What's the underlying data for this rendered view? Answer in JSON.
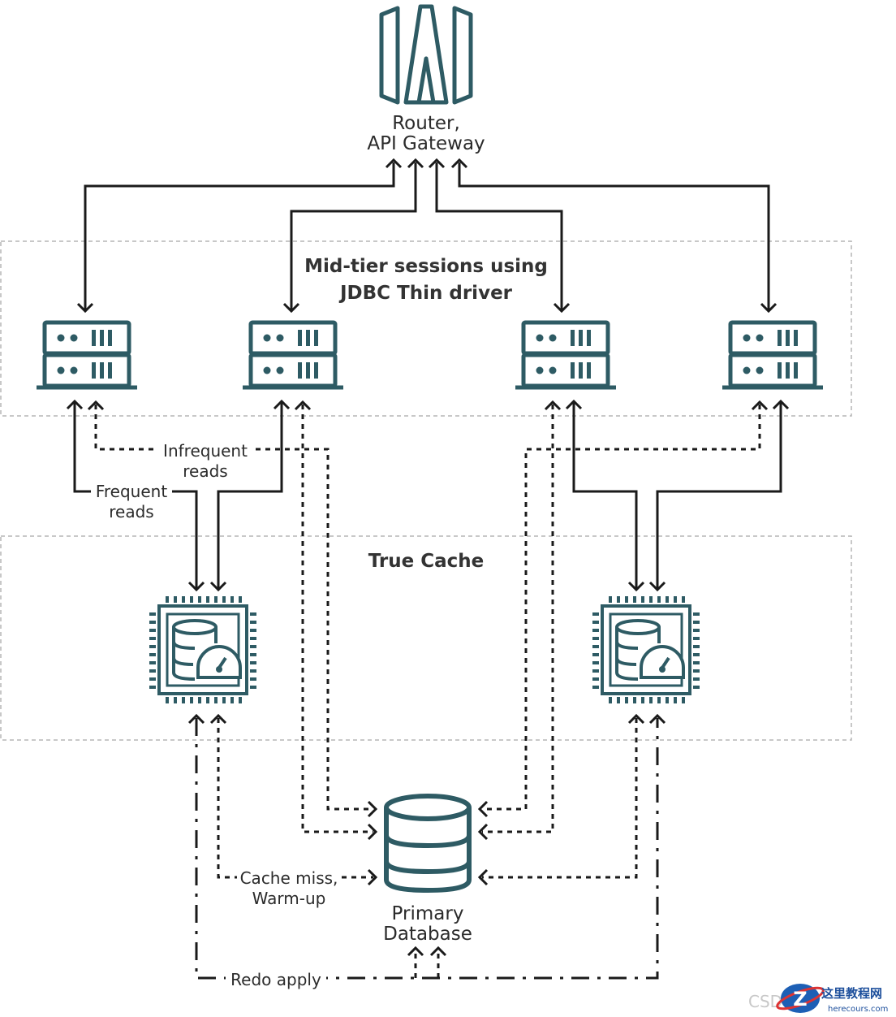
{
  "gateway": {
    "label_line1": "Router,",
    "label_line2": "API Gateway",
    "icon": "router-gateway-icon"
  },
  "midtier": {
    "title_line1": "Mid-tier sessions using",
    "title_line2": "JDBC Thin driver",
    "icon": "server-icon"
  },
  "truecache": {
    "title": "True Cache",
    "icon": "cache-chip-icon"
  },
  "primary": {
    "label_line1": "Primary",
    "label_line2": "Database",
    "icon": "database-icon"
  },
  "labels": {
    "infrequent_line1": "Infrequent",
    "infrequent_line2": "reads",
    "frequent_line1": "Frequent",
    "frequent_line2": "reads",
    "cachemiss_line1": "Cache miss,",
    "cachemiss_line2": "Warm-up",
    "redo": "Redo apply"
  },
  "watermark": {
    "csdn": "CSD",
    "site_cn": "这里教程网",
    "site_url": "herecours.com"
  },
  "colors": {
    "icon": "#2e5b64",
    "line": "#1a1a1a",
    "box": "#b5b5b5"
  }
}
